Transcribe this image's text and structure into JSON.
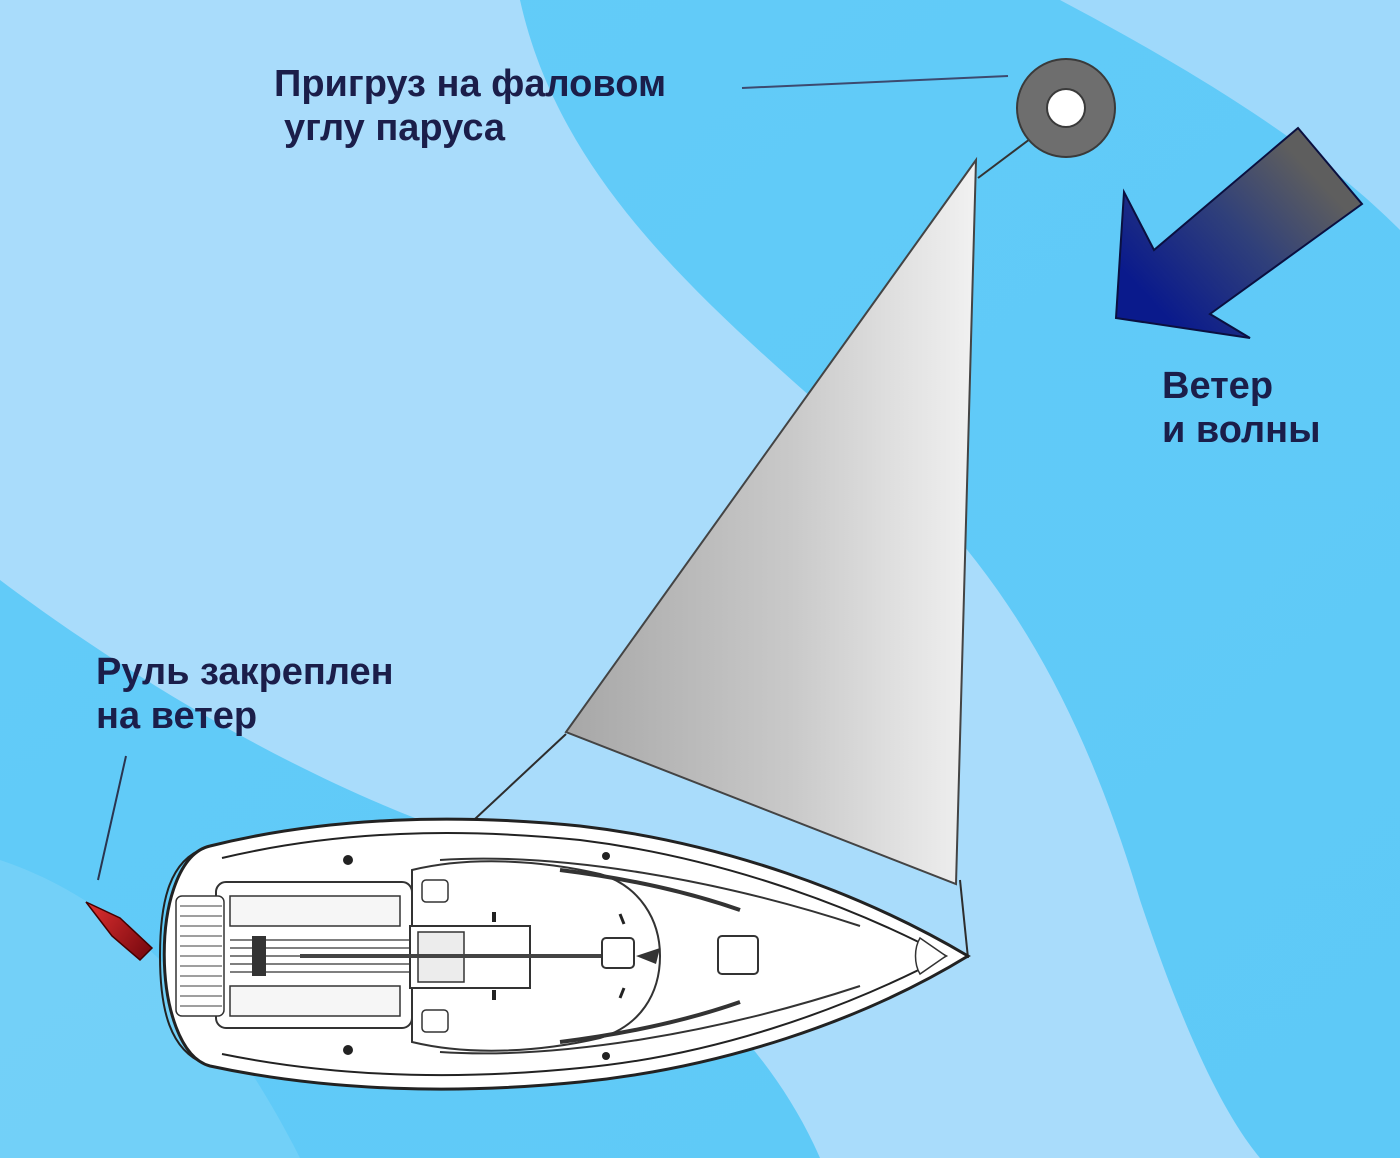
{
  "labels": {
    "weight": {
      "line1": "Пригруз на фаловом",
      "line2": "углу паруса"
    },
    "wind": {
      "line1": "Ветер",
      "line2": "и волны"
    },
    "rudder": {
      "line1": "Руль закреплен",
      "line2": "на ветер"
    }
  },
  "colors": {
    "water_light": "#a9dcfb",
    "water_dark": "#5bcaf7",
    "text": "#1b1e4a",
    "arrow_head": "#0a1a8c",
    "arrow_tail": "#5a5a5a",
    "weight_ring": "#6e6e6e",
    "rudder": "#c0141c"
  },
  "icons": {
    "wind": "arrow-icon",
    "weight": "ring-weight-icon",
    "boat": "sailboat-top-view-icon"
  }
}
